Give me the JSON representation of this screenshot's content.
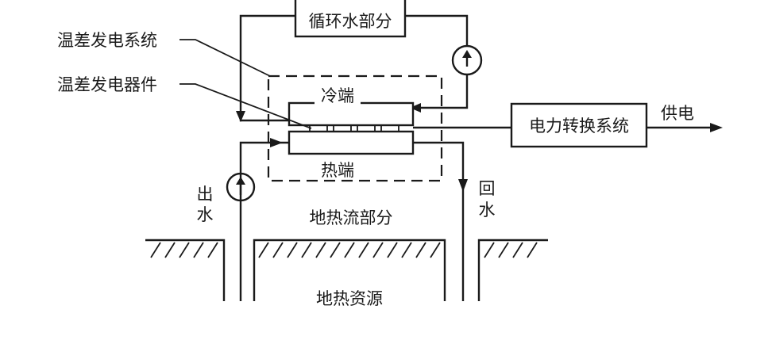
{
  "labels": {
    "circulating_water": "循环水部分",
    "teg_system": "温差发电系统",
    "teg_device": "温差发电器件",
    "cold_end": "冷端",
    "hot_end": "热端",
    "power_conversion": "电力转换系统",
    "power_supply": "供电",
    "outflow_water_top": "出",
    "outflow_water_bottom": "水",
    "return_water_top": "回",
    "return_water_bottom": "水",
    "geothermal_flow": "地热流部分",
    "geothermal_resource": "地热资源"
  },
  "colors": {
    "line": "#1a1a1a",
    "background": "#ffffff"
  }
}
